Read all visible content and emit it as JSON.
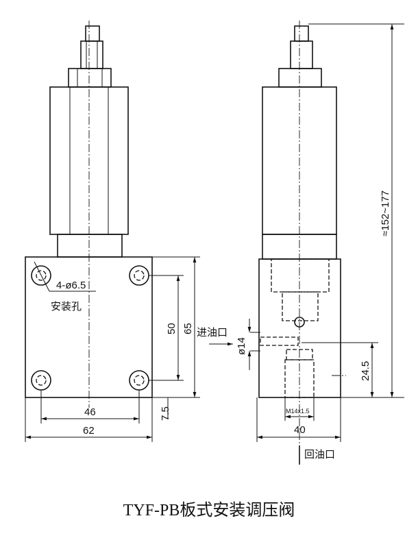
{
  "drawing": {
    "title": "TYF-PB板式安装调压阀",
    "front_view": {
      "hole_label": "4-ø6.5",
      "hole_note": "安装孔",
      "dim_hole_vertical": "50",
      "dim_body_vertical": "65",
      "dim_hole_horizontal": "46",
      "dim_body_horizontal": "62",
      "dim_edge_offset": "7.5"
    },
    "side_view": {
      "inlet_label": "进油口",
      "inlet_diameter": "ø14",
      "return_label": "回油口",
      "thread_label": "M14x1.5",
      "dim_width": "40",
      "dim_port_height": "24.5",
      "dim_total_height": "≈152~177"
    }
  }
}
